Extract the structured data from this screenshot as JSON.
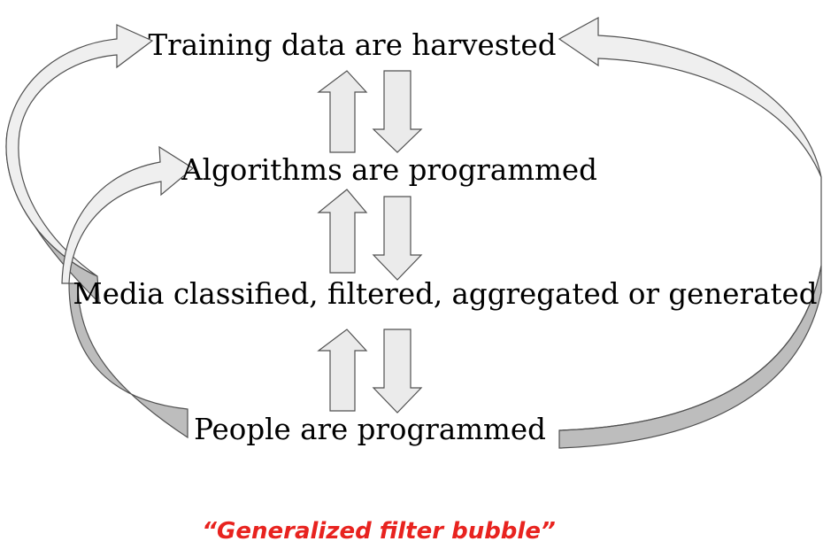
{
  "nodes": {
    "training": "Training data are harvested",
    "algorithms": "Algorithms are programmed",
    "media": "Media classified, filtered, aggregated or generated",
    "people": "People are programmed"
  },
  "caption": "“Generalized filter bubble”",
  "colors": {
    "caption": "#e8231f",
    "arrow_fill": "#ebebeb",
    "arrow_dark_face": "#bdbdbd",
    "arrow_stroke": "#505050",
    "text": "#000000"
  }
}
